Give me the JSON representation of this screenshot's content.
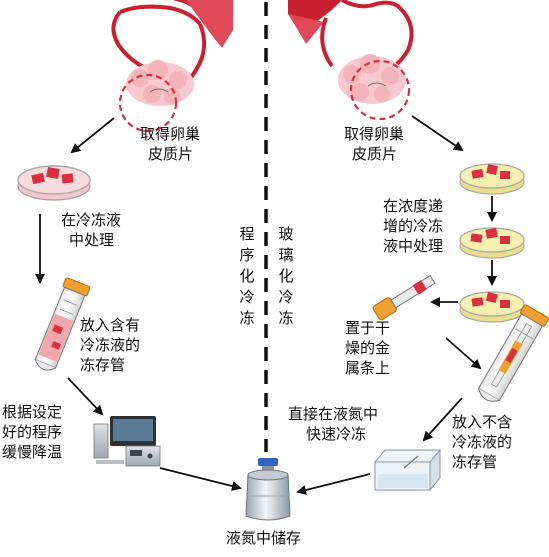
{
  "divider_left_label": "程序化冷冻",
  "divider_right_label": "玻璃化冷冻",
  "left": {
    "ovary_label": [
      "取得卵巢",
      "皮质片"
    ],
    "dish_label": [
      "在冷冻液",
      "中处理"
    ],
    "tube_label": [
      "放入含有",
      "冷冻液的",
      "冻存管"
    ],
    "freezer_label": [
      "根据设定",
      "好的程序",
      "缓慢降温"
    ]
  },
  "right": {
    "ovary_label": [
      "取得卵巢",
      "皮质片"
    ],
    "gradient_label": [
      "在浓度递",
      "增的冷冻",
      "液中处理"
    ],
    "strip_label": [
      "置于干",
      "燥的金",
      "属条上"
    ],
    "ln2_label": [
      "直接在液氮中",
      "快速冷冻"
    ],
    "tube_label": [
      "放入不含",
      "冷冻液的",
      "冻存管"
    ]
  },
  "storage_label": "液氮中储存",
  "colors": {
    "tissue": "#d9303f",
    "tissue_light": "#f2a5ad",
    "dashed_circle": "#d9303f",
    "yellow_dish": "#f6f0b0",
    "tube_cap": "#f0a030",
    "arrow": "#111111"
  }
}
